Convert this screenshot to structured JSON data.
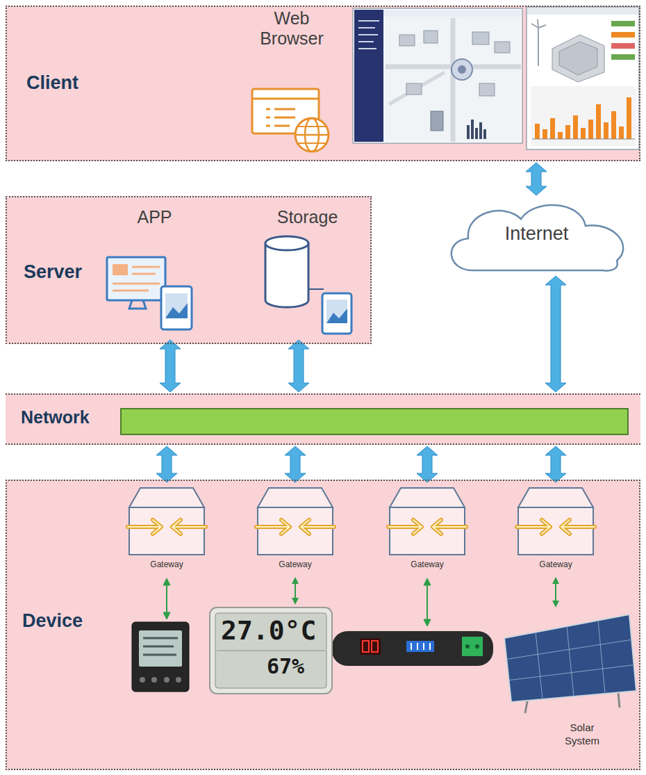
{
  "diagram": {
    "nodes": [
      {
        "text": [
          "Client"
        ]
      },
      {
        "text": [
          "Web Browser"
        ],
        "in": 0
      },
      {
        "text": [
          "Server"
        ]
      },
      {
        "text": [
          "APP"
        ],
        "in": 2
      },
      {
        "text": [
          "Storage"
        ],
        "in": 2
      },
      {
        "text": [
          "Internet"
        ]
      },
      {
        "text": [
          "Network"
        ]
      },
      {
        "text": [
          "Device"
        ]
      },
      {
        "text": [
          "Gateway"
        ],
        "in": 7
      },
      {
        "text": [
          "Gateway"
        ],
        "in": 7
      },
      {
        "text": [
          "Gateway"
        ],
        "in": 7
      },
      {
        "text": [
          "Gateway"
        ],
        "in": 7
      },
      {
        "text": [
          "27.0°C",
          "67%"
        ],
        "in": 7
      },
      {
        "text": [
          "Solar System"
        ],
        "in": 7
      }
    ],
    "edges": [
      {
        "from": 0,
        "to": 5,
        "arrow": "both"
      },
      {
        "from": 3,
        "to": 6,
        "arrow": "both"
      },
      {
        "from": 4,
        "to": 6,
        "arrow": "both"
      },
      {
        "from": 5,
        "to": 6,
        "arrow": "both"
      },
      {
        "from": 6,
        "to": 8,
        "arrow": "both"
      },
      {
        "from": 6,
        "to": 9,
        "arrow": "both"
      },
      {
        "from": 6,
        "to": 10,
        "arrow": "both"
      },
      {
        "from": 6,
        "to": 11,
        "arrow": "both"
      },
      {
        "from": 9,
        "to": 12,
        "arrow": "both"
      },
      {
        "from": 11,
        "to": 13,
        "arrow": "both"
      }
    ]
  }
}
